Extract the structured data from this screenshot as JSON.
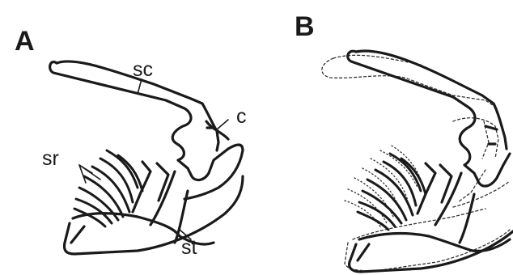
{
  "panels": [
    {
      "letter": "A",
      "labels": {
        "sc": "sc",
        "c": "c",
        "sr": "sr",
        "st": "st"
      }
    },
    {
      "letter": "B"
    }
  ]
}
